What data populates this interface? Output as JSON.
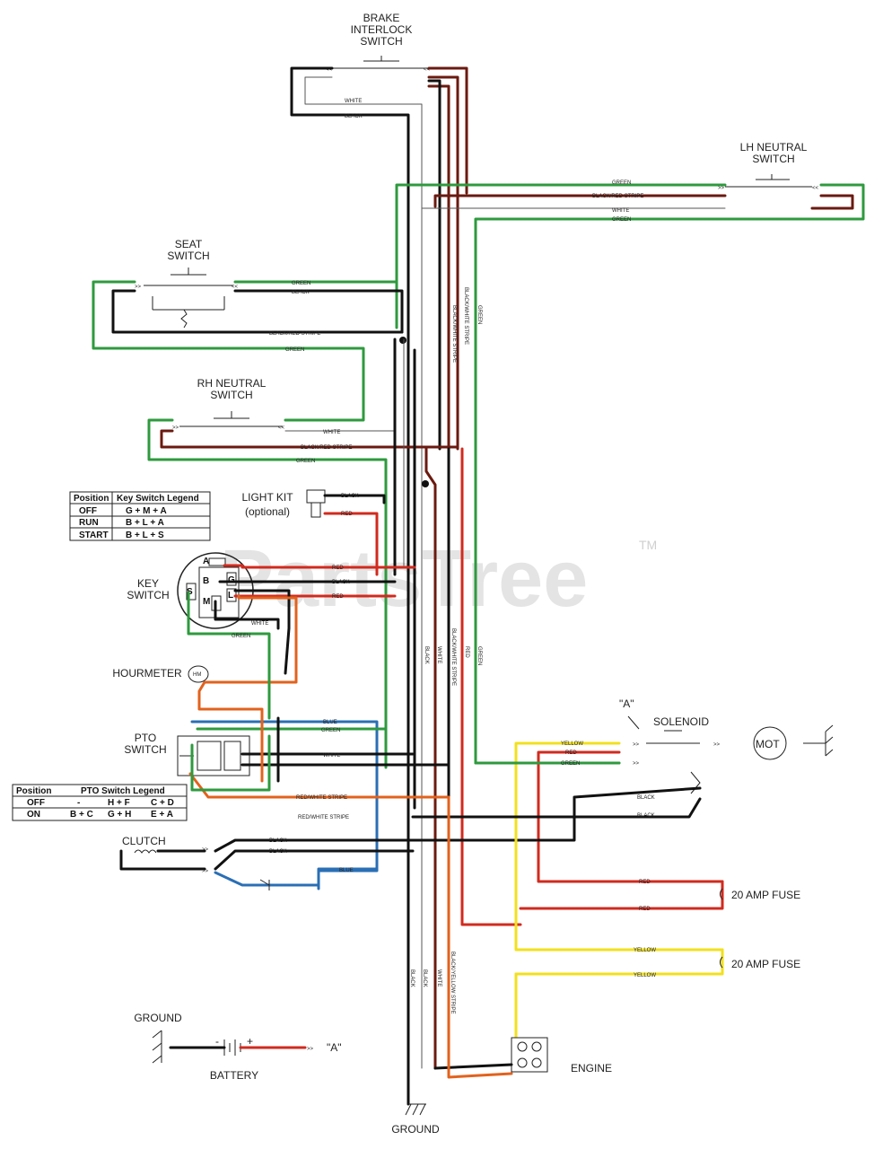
{
  "components": {
    "brake_switch": "BRAKE\nINTERLOCK\nSWITCH",
    "lh_neutral": "LH NEUTRAL\nSWITCH",
    "seat_switch": "SEAT\nSWITCH",
    "rh_neutral": "RH NEUTRAL\nSWITCH",
    "light_kit": "LIGHT KIT",
    "light_kit_opt": "(optional)",
    "key_switch": "KEY\nSWITCH",
    "hourmeter": "HOURMETER",
    "hourmeter_symbol": "HM",
    "pto_switch": "PTO\nSWITCH",
    "clutch": "CLUTCH",
    "solenoid": "SOLENOID",
    "solenoid_ref": "\"A\"",
    "motor": "MOT",
    "fuse1": "20 AMP FUSE",
    "fuse2": "20 AMP FUSE",
    "engine": "ENGINE",
    "ground_left": "GROUND",
    "ground_bottom": "GROUND",
    "battery": "BATTERY",
    "battery_ref": "\"A\"",
    "battery_minus": "-",
    "battery_plus": "+"
  },
  "key_terminals": [
    "A",
    "B",
    "G",
    "M",
    "L",
    "S"
  ],
  "key_table": {
    "headers": [
      "Position",
      "Key Switch Legend"
    ],
    "rows": [
      [
        "OFF",
        "G + M + A"
      ],
      [
        "RUN",
        "B + L + A"
      ],
      [
        "START",
        "B + L + S"
      ]
    ]
  },
  "pto_table": {
    "headers": [
      "Position",
      "PTO Switch Legend"
    ],
    "rows": [
      [
        "OFF",
        "-",
        "H + F",
        "C + D"
      ],
      [
        "ON",
        "B + C",
        "G + H",
        "E + A"
      ]
    ]
  },
  "wire_labels": {
    "white": "WHITE",
    "black": "BLACK",
    "green": "GREEN",
    "red": "RED",
    "blue": "BLUE",
    "yellow": "YELLOW",
    "black_red": "BLACK/RED STRIPE",
    "red_white": "RED/WHITE STRIPE",
    "black_white": "BLACK/WHITE STRIPE",
    "black_yellow": "BLACK/YELLOW STRIPE"
  },
  "watermark": "PartsTree",
  "watermark_tm": "TM"
}
